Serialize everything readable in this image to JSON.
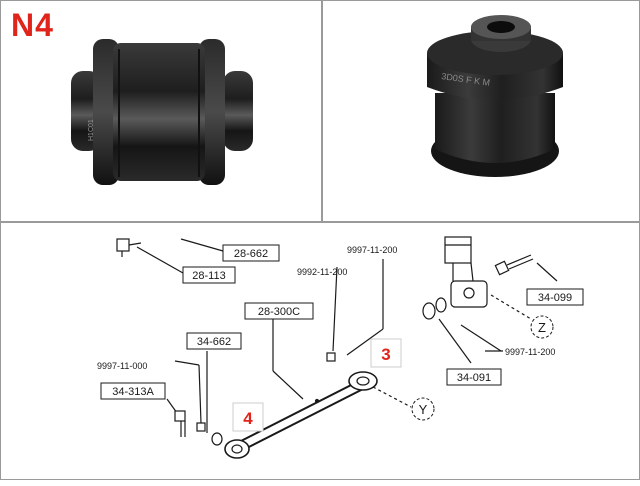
{
  "badge": "N4",
  "callouts": {
    "c3": "3",
    "c4": "4"
  },
  "parts": {
    "p28_662": "28-662",
    "p28_113": "28-113",
    "p9997_200_top": "9997-11-200",
    "p9992_200": "9992-11-200",
    "p34_099": "34-099",
    "p28_300c": "28-300C",
    "p34_662": "34-662",
    "p9997_000": "9997-11-000",
    "p34_313a": "34-313A",
    "p9997_200_right": "9997-11-200",
    "p34_091": "34-091"
  },
  "markers": {
    "z": "Z",
    "y": "Y"
  },
  "colors": {
    "callout": "#e0241b",
    "line": "#1a1a1a"
  }
}
